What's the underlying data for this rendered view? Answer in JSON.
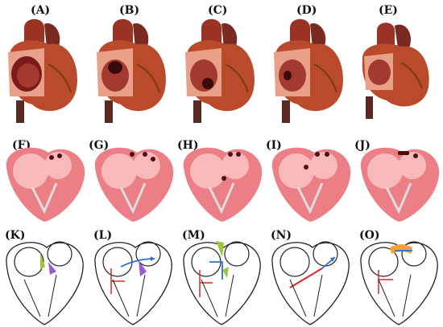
{
  "figure": {
    "row1": {
      "panels": [
        {
          "label": "(A)",
          "icon": "heart-cutaway-icon"
        },
        {
          "label": "(B)",
          "icon": "heart-cutaway-icon"
        },
        {
          "label": "(C)",
          "icon": "heart-cutaway-icon"
        },
        {
          "label": "(D)",
          "icon": "heart-cutaway-icon"
        },
        {
          "label": "(E)",
          "icon": "heart-cutaway-icon"
        }
      ]
    },
    "row2": {
      "panels": [
        {
          "label": "(F)",
          "icon": "heart-section-icon"
        },
        {
          "label": "(G)",
          "icon": "heart-section-icon"
        },
        {
          "label": "(H)",
          "icon": "heart-section-icon"
        },
        {
          "label": "(I)",
          "icon": "heart-section-icon"
        },
        {
          "label": "(J)",
          "icon": "heart-section-icon"
        }
      ]
    },
    "row3": {
      "panels": [
        {
          "label": "(K)",
          "icon": "heart-schematic-icon"
        },
        {
          "label": "(L)",
          "icon": "heart-schematic-icon"
        },
        {
          "label": "(M)",
          "icon": "heart-schematic-icon"
        },
        {
          "label": "(N)",
          "icon": "heart-schematic-icon"
        },
        {
          "label": "(O)",
          "icon": "heart-schematic-icon"
        }
      ]
    },
    "colors": {
      "heart_dark": "#8e2a1a",
      "heart_mid": "#c1502f",
      "heart_light": "#e06a55",
      "section_pink": "#ec7f86",
      "section_inner": "#f7b9ba",
      "schematic_line": "#222222",
      "arrow_red": "#d62828",
      "arrow_blue": "#2a6fd6",
      "highlight_green": "#9cc63c",
      "highlight_purple": "#9b5bd0",
      "highlight_orange": "#f0a43a"
    }
  }
}
